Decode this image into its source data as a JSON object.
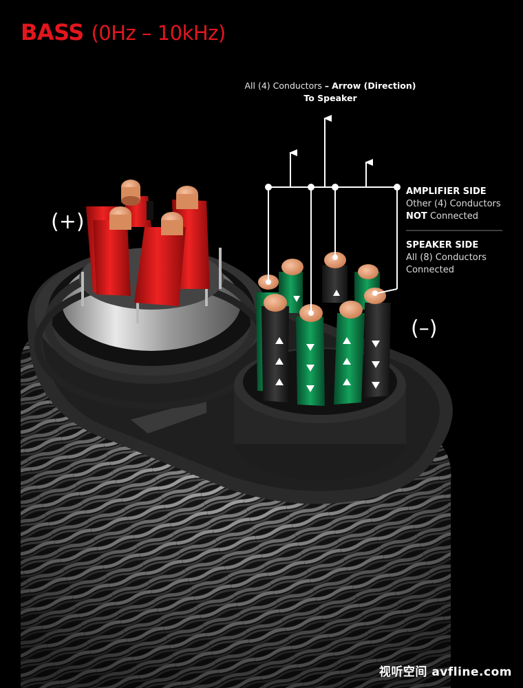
{
  "title": {
    "main": "BASS",
    "range": "(0Hz – 10kHz)"
  },
  "callout_top": {
    "prefix": "All (4) Conductors",
    "dash": "–",
    "emphasis": "Arrow (Direction)",
    "line2": "To Speaker"
  },
  "amplifier_side": {
    "heading": "AMPLIFIER SIDE",
    "line1": "Other (4) Conductors",
    "not_word": "NOT",
    "line2_rest": " Connected"
  },
  "speaker_side": {
    "heading": "SPEAKER SIDE",
    "line1": "All (8) Conductors",
    "line2": "Connected"
  },
  "polarity": {
    "positive": "(+)",
    "negative": "(–)"
  },
  "watermark": "视听空间 avfline.com",
  "colors": {
    "accent_red": "#e3161e",
    "conductor_red": "#d61414",
    "conductor_green": "#0c8a4c",
    "copper": "#e29a6c",
    "background": "#000000"
  }
}
